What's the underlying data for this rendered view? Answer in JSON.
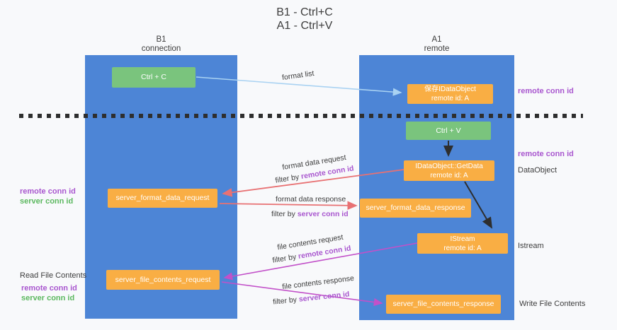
{
  "colors": {
    "bg": "#f8f9fb",
    "column_blue": "#4d85d6",
    "box_green": "#7ac47d",
    "box_orange": "#f9ae44",
    "arrow_salmon": "#e87173",
    "arrow_magenta": "#c251c9",
    "arrow_blue": "#a9d2f2",
    "arrow_black": "#2e2e2e",
    "id_purple": "#a957cf",
    "id_green": "#5cb85f",
    "text_dark": "#3d3d3d"
  },
  "title": {
    "line1": "B1 - Ctrl+C",
    "line2": "A1 - Ctrl+V"
  },
  "columns": {
    "left": {
      "line1": "B1",
      "line2": "connection"
    },
    "right": {
      "line1": "A1",
      "line2": "remote"
    }
  },
  "boxes": {
    "ctrl_c": {
      "label": "Ctrl + C"
    },
    "save_idataobject": {
      "line1": "保存IDataObject",
      "line2": "remote id: A"
    },
    "ctrl_v": {
      "label": "Ctrl + V"
    },
    "getdata": {
      "line1": "IDataObject::GetData",
      "line2": "remote id: A"
    },
    "format_request": {
      "label": "server_format_data_request"
    },
    "format_response": {
      "label": "server_format_data_response"
    },
    "istream": {
      "line1": "IStream",
      "line2": "remote id: A"
    },
    "file_request": {
      "label": "server_file_contents_request"
    },
    "file_response": {
      "label": "server_file_contents_response"
    }
  },
  "side_labels": {
    "right_remote_conn_id_1": "remote conn id",
    "right_remote_conn_id_2": "remote conn id",
    "dataobject": "DataObject",
    "istream": "Istream",
    "write_file_contents": "Write File Contents",
    "left_remote_conn_id_1": "remote conn id",
    "left_server_conn_id_1": "server conn id",
    "read_file_contents": "Read File Contents",
    "left_remote_conn_id_2": "remote conn id",
    "left_server_conn_id_2": "server conn id"
  },
  "arrow_labels": {
    "format_list": "format list",
    "format_data_request": "format data request",
    "filter_request_prefix": "filter by",
    "filter_request_id": "remote conn id",
    "format_data_response": "format data response",
    "filter_response_prefix": "filter by",
    "filter_response_id": "server conn id",
    "file_contents_request": "file contents request",
    "filter_file_request_prefix": "filter by",
    "filter_file_request_id": "remote conn id",
    "file_contents_response": "file contents response",
    "filter_file_response_prefix": "filter by",
    "filter_file_response_id": "server conn id"
  }
}
